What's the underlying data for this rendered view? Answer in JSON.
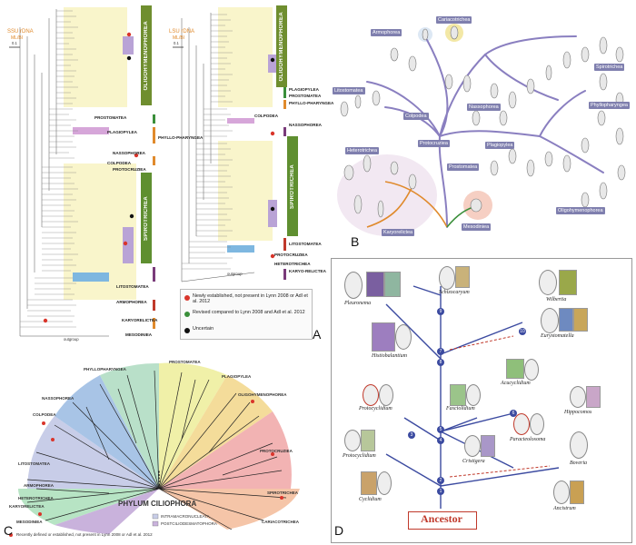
{
  "panels": {
    "a": "A",
    "b": "B",
    "c": "C",
    "d": "D"
  },
  "panel_a": {
    "tree1_method": "SSU rDNA",
    "tree1_support": "ML/BI",
    "tree2_method": "LSU rDNA",
    "tree2_support": "ML/BI",
    "scale1": "0.1",
    "scale2": "0.1",
    "outgroup1": "outgroup",
    "outgroup2": "outgroup",
    "classes1": [
      {
        "label": "OLIGOHYMENOPHOREA",
        "color": "#6f8e2f"
      },
      {
        "label": "SPIROTRICHEA",
        "color": "#5f8f30"
      }
    ],
    "classes2": [
      {
        "label": "OLIGOHYMENOPHOREA",
        "color": "#6f8e2f"
      },
      {
        "label": "SPIROTRICHEA",
        "color": "#5f8f30"
      }
    ],
    "side1": [
      "PROSTOMATEA",
      "PLAGIOPYLEA",
      "PHYLLO-PHARYNGEA",
      "NASSOPHOREA",
      "COLPODEA",
      "PROTOCRUZIEA",
      "LITOSTOMATEA",
      "ARMOPHOREA",
      "KARYORELICTEA",
      "MESODINIEA"
    ],
    "side2": [
      "PLAGIOPYLEA",
      "PROSTOMATEA",
      "PHYLLO-PHARYNGEA",
      "COLPODEA",
      "NASSOPHOREA",
      "LITOSTOMATEA",
      "PROTOCRUZIEA",
      "HETEROTRICHEA",
      "KARYO-RELICTEA"
    ],
    "legend": [
      {
        "color": "#d9352b",
        "text": "Newly established, not present in Lynn 2008 or Adl et al. 2012"
      },
      {
        "color": "#3a8f3a",
        "text": "Revised compared to Lynn 2008 and Adl et al. 2012"
      },
      {
        "color": "#111111",
        "text": "Uncertain"
      }
    ]
  },
  "panel_b": {
    "groups": [
      "Armophorea",
      "Cariacotrichea",
      "Litostomatea",
      "Spirotrichea",
      "Nassophorea",
      "Colpodea",
      "Phyllopharyngea",
      "Prostomatea",
      "Plagiopylea",
      "Protocruziea",
      "Heterotrichea",
      "Karyorelictea",
      "Mesodiniea",
      "Oligohymenophorea"
    ]
  },
  "panel_c": {
    "title": "PHYLUM CILIOPHORA",
    "labels": [
      "PHYLLOPHARYNGEA",
      "PROSTOMATEA",
      "PLAGIOPYLEA",
      "OLIGOHYMENOPHOREA",
      "NASSOPHOREA",
      "COLPODEA",
      "LITOSTOMATEA",
      "ARMOPHOREA",
      "HETEROTRICHEA",
      "KARYORELICTEA",
      "MESODINIEA",
      "PROTOCRUZIEA",
      "SPIROTRICHEA",
      "CARIACOTRICHEA"
    ],
    "legend_intra": "INTRAMACRONUCLEATA",
    "legend_post": "POSTCILIODESMATOPHORA",
    "footnote": "Recently defined or established, not present in Lynn 2008 or Adl et al. 2012"
  },
  "panel_d": {
    "ancestor": "Ancestor",
    "taxa": [
      "Pleuronema",
      "Schizocaryum",
      "Wilbertia",
      "Histiobalantium",
      "Eurystomatella",
      "Acucyclidium",
      "Protocyclidium",
      "Fasciolidium",
      "Hippocomos",
      "Paracteolosoma",
      "Protocyclidium",
      "Cristigera",
      "Boveria",
      "Cyclidium",
      "Ancistrum"
    ],
    "nodes": [
      "1",
      "2",
      "3",
      "4",
      "5",
      "6",
      "7",
      "8",
      "9",
      "10"
    ]
  }
}
